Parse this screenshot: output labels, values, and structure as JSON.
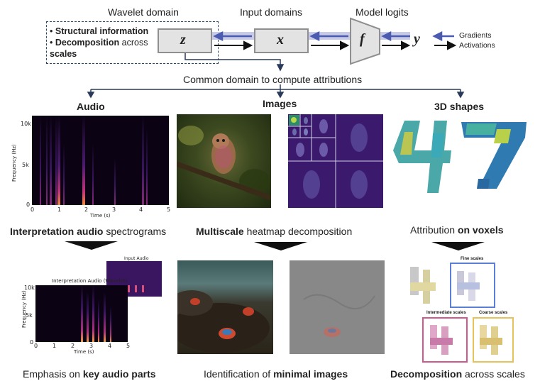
{
  "header": {
    "wavelet_domain": "Wavelet domain",
    "input_domains": "Input domains",
    "model_logits": "Model logits",
    "bullet1_bold": "Structural information",
    "bullet2_bold": "Decomposition",
    "bullet2_rest": " across",
    "bullet2_line2": "scales",
    "var_z": "z",
    "var_x": "x",
    "var_f": "f",
    "var_y": "y",
    "legend_gradients": "Gradients",
    "legend_activations": "Activations",
    "common_domain": "Common domain to compute attributions"
  },
  "columns": {
    "audio": "Audio",
    "images": "Images",
    "shapes": "3D shapes"
  },
  "spectrogram_top": {
    "yticks": [
      "10k",
      "5k",
      "0"
    ],
    "xticks": [
      "0",
      "1",
      "2",
      "3",
      "4",
      "5"
    ],
    "ylabel": "Frequency (Hz)",
    "xlabel": "Time (s)"
  },
  "spectrogram_bottom": {
    "title": "Interpretation Audio (Wavelet)",
    "inset_title": "Input Audio",
    "yticks": [
      "10k",
      "5k",
      "0"
    ],
    "xticks": [
      "0",
      "1",
      "2",
      "3",
      "4",
      "5"
    ],
    "ylabel": "Frequency (Hz)",
    "xlabel": "Time (s)"
  },
  "captions_mid": {
    "audio_bold": "Interpretation audio",
    "audio_rest": " spectrograms",
    "images_bold": "Multiscale",
    "images_rest": " heatmap decomposition",
    "shapes_rest": "Attribution ",
    "shapes_bold": "on voxels"
  },
  "voxel_labels": {
    "fine": "Fine scales",
    "intermediate": "Intermediate scales",
    "coarse": "Coarse scales"
  },
  "captions_bottom": {
    "audio_rest": "Emphasis on ",
    "audio_bold": "key audio parts",
    "images_rest": "Identification of ",
    "images_bold": "minimal images",
    "shapes_bold": "Decomposition",
    "shapes_rest": " across scales"
  },
  "colors": {
    "gradient_arrow": "#4b5bb0",
    "activation_arrow": "#111111",
    "spectrogram_bg": "#0b0314",
    "heatmap_bg": "#3b1a6e",
    "fine_box": "#5b7fd6",
    "intermediate_box": "#d0588c",
    "coarse_box": "#e6c25a"
  }
}
